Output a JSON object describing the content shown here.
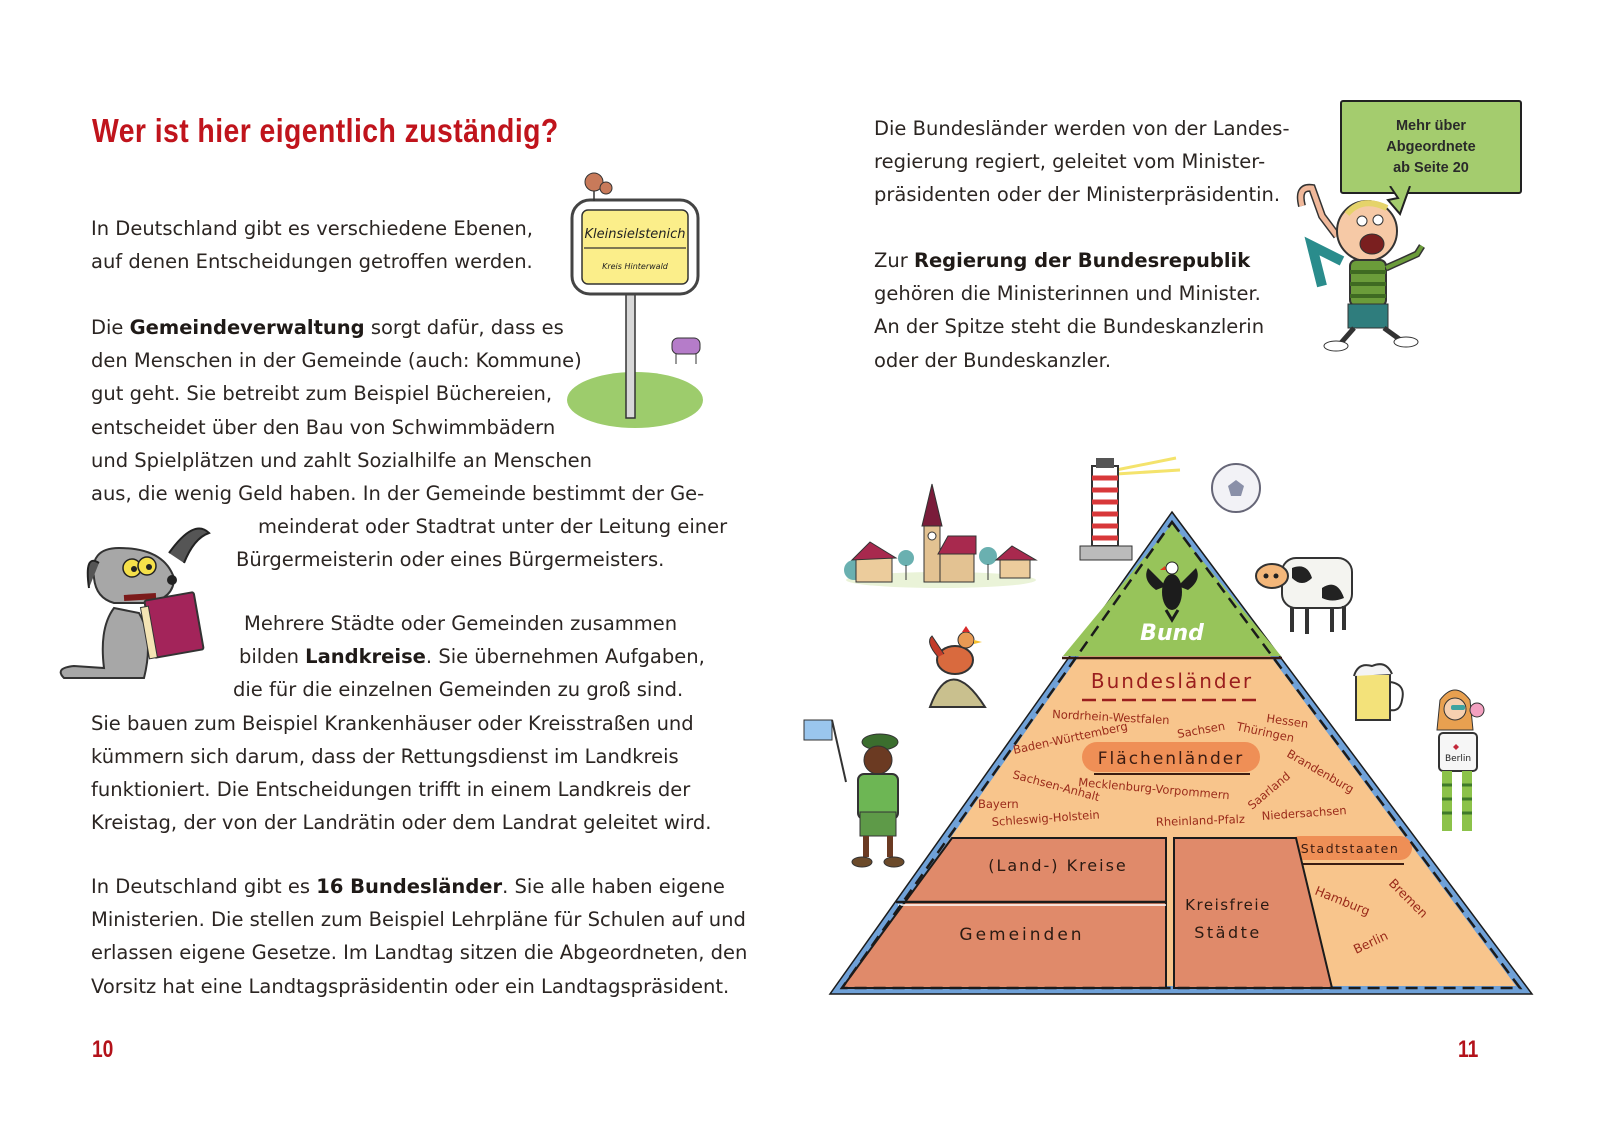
{
  "left_page": {
    "title": "Wer ist hier eigentlich zuständig?",
    "page_number": "10",
    "intro": {
      "lines": [
        "In Deutschland gibt es verschiedene Ebenen,",
        "auf denen Entscheidungen getroffen werden."
      ]
    },
    "gemeinde": {
      "l1_pre": "Die ",
      "l1_bold": "Gemeindeverwaltung",
      "l1_post": " sorgt dafür, dass es",
      "lines": [
        "den Menschen in der Gemeinde (auch: Kommune)",
        "gut geht. Sie betreibt zum Beispiel Büchereien,",
        "entscheidet über den Bau von Schwimmbädern",
        "und Spielplätzen und zahlt Sozialhilfe an Menschen",
        "aus, die wenig Geld haben. In der Gemeinde bestimmt der Ge-",
        "meinderat oder Stadtrat unter der Leitung einer",
        "Bürgermeisterin oder eines Bürgermeisters."
      ]
    },
    "landkreise": {
      "l1": "Mehrere Städte oder Gemeinden zusammen",
      "l2_pre": "bilden ",
      "l2_bold": "Landkreise",
      "l2_post": ". Sie übernehmen Aufgaben,",
      "lines": [
        "die für die einzelnen Gemeinden zu groß sind.",
        "Sie bauen zum Beispiel Krankenhäuser oder Kreisstraßen und",
        "kümmern sich darum, dass der Rettungsdienst im Landkreis",
        "funktioniert. Die Entscheidungen trifft in einem Landkreis der",
        "Kreistag, der von der Landrätin oder dem Landrat geleitet wird."
      ]
    },
    "bundeslaender": {
      "l1_pre": "In Deutschland gibt es ",
      "l1_bold": "16 Bundesländer",
      "l1_post": ". Sie alle haben eigene",
      "lines": [
        "Ministerien. Die stellen zum Beispiel Lehrpläne für Schulen auf und",
        "erlassen eigene Gesetze. Im Landtag sitzen die Abgeordneten, den",
        "Vorsitz hat eine Landtagspräsidentin oder ein Landtagspräsident."
      ]
    },
    "sign": {
      "town": "Kleinsielstenich",
      "district": "Kreis Hinterwald"
    }
  },
  "right_page": {
    "page_number": "11",
    "landesregierung": {
      "lines": [
        "Die Bundesländer werden von der Landes-",
        "regierung regiert, geleitet vom Minister-",
        "präsidenten oder der Ministerpräsidentin."
      ]
    },
    "bundesregierung": {
      "l1_pre": "Zur ",
      "l1_bold": "Regierung der Bundesrepublik",
      "lines": [
        "gehören die Ministerinnen und Minister.",
        "An der Spitze steht die Bundeskanzlerin",
        "oder der Bundeskanzler."
      ]
    },
    "speech_bubble": [
      "Mehr über",
      "Abgeordnete",
      "ab Seite 20"
    ],
    "pyramid": {
      "top": "Bund",
      "middle_title": "Bundesländer",
      "flaechen_label": "Flächenländer",
      "states": [
        "Nordrhein-Westfalen",
        "Hessen",
        "Baden-Württemberg",
        "Sachsen",
        "Thüringen",
        "Brandenburg",
        "Sachsen-Anhalt",
        "Mecklenburg-Vorpommern",
        "Saarland",
        "Bayern",
        "Niedersachsen",
        "Schleswig-Holstein",
        "Rheinland-Pfalz"
      ],
      "stadtstaaten_label": "Stadtstaaten",
      "city_states": [
        "Hamburg",
        "Bremen",
        "Berlin"
      ],
      "kreise": "(Land-) Kreise",
      "gemeinden": "Gemeinden",
      "kreisfreie_1": "Kreisfreie",
      "kreisfreie_2": "Städte",
      "shirt": "Berlin"
    },
    "colors": {
      "bund": "#97c45a",
      "laender": "#f8c58c",
      "kommunal": "#e08a6a",
      "frame": "#6fa1d8",
      "accent_red": "#c0141c"
    }
  }
}
